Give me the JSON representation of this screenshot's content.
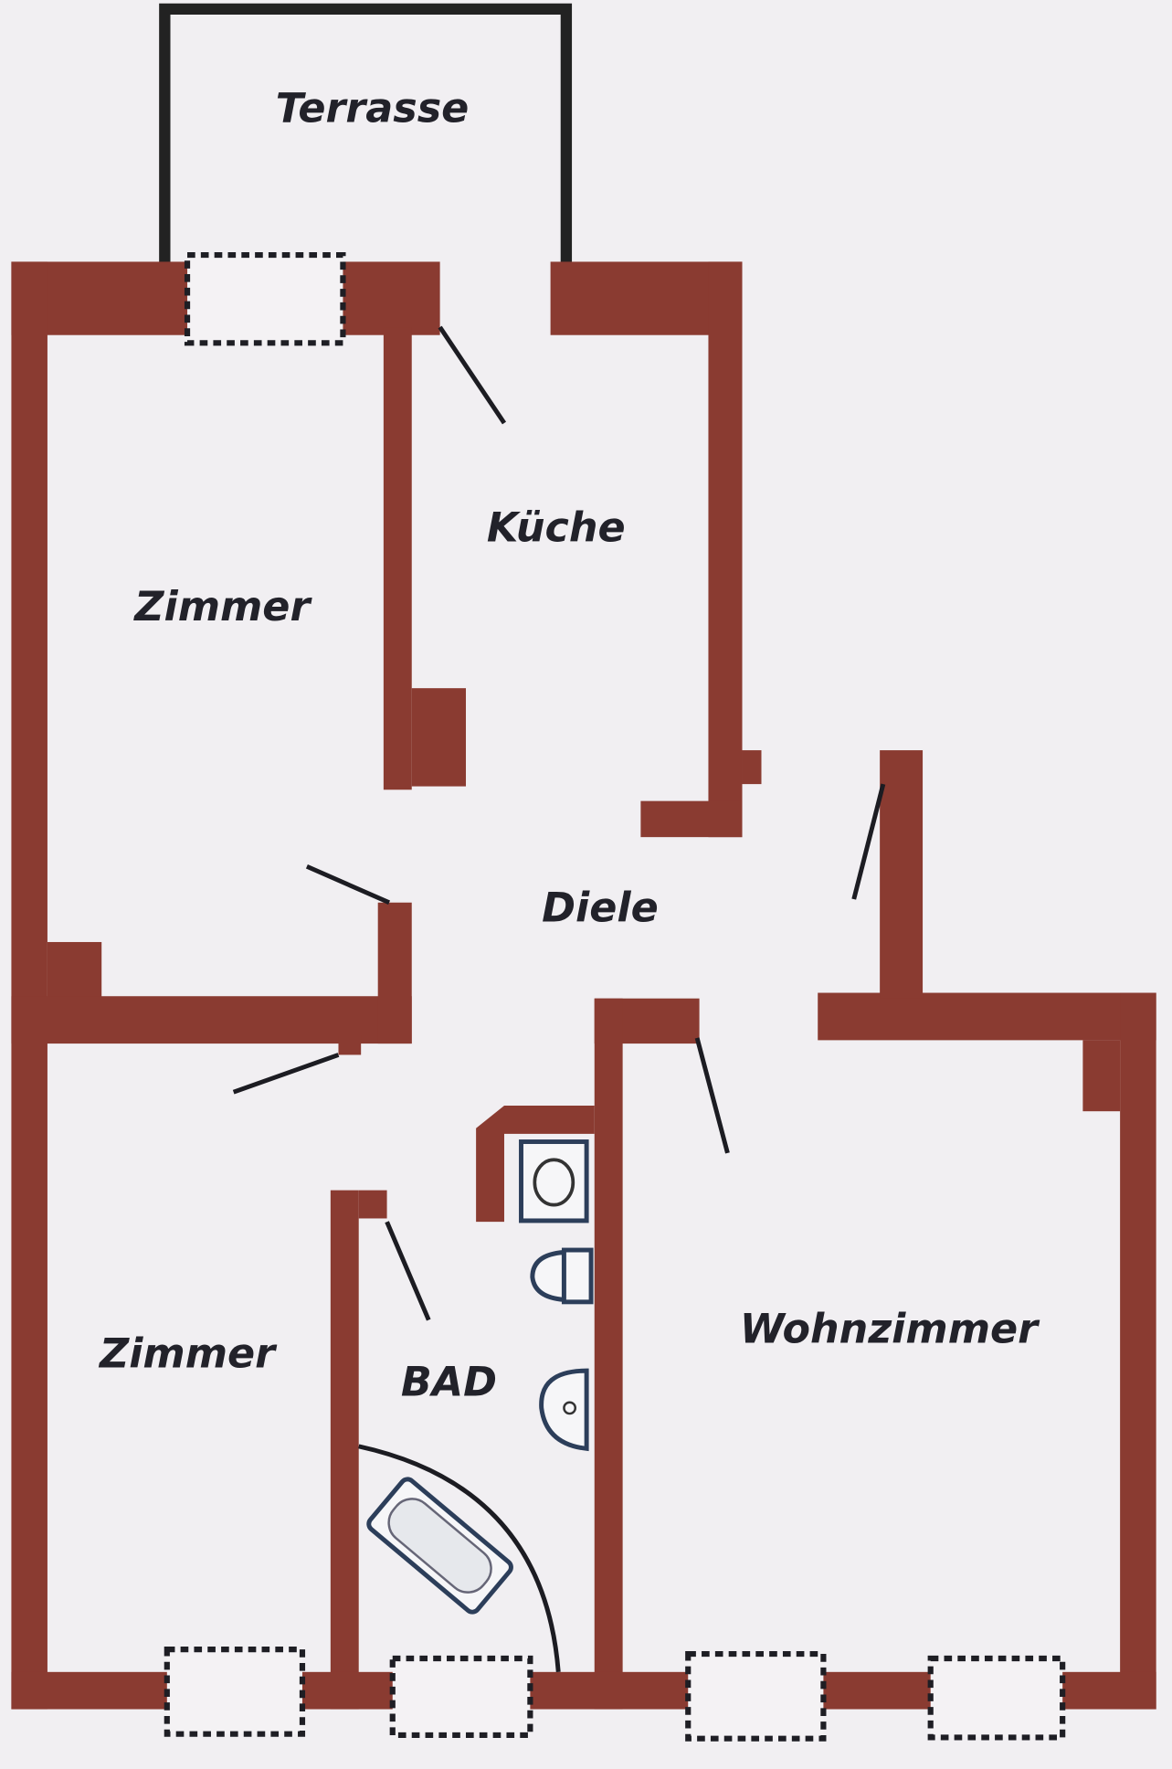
{
  "title": "Grundriss",
  "rooms": {
    "terrasse": "Terrasse",
    "kueche": "Küche",
    "zimmer1": "Zimmer",
    "diele": "Diele",
    "zimmer2": "Zimmer",
    "bad": "BAD",
    "wohnzimmer": "Wohnzimmer"
  },
  "colors": {
    "wall": "#8a3b31",
    "background": "#f1eff2",
    "terrace_outline": "#222222"
  }
}
